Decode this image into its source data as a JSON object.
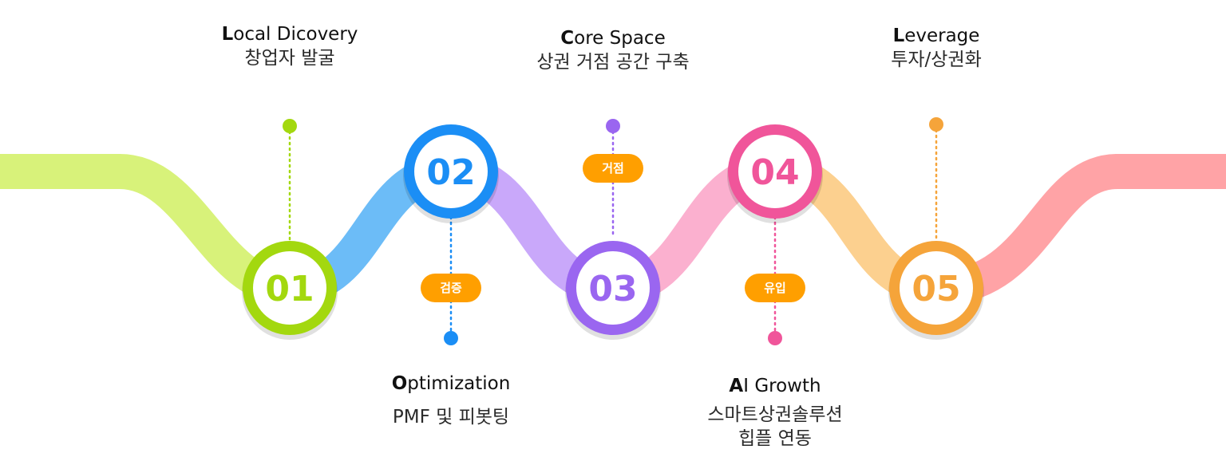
{
  "steps": [
    {
      "number": "01",
      "title_initial": "L",
      "title_rest": "ocal Dicovery",
      "subtitle": "창업자 발굴",
      "subtitle2": "",
      "color": "#a3d80f",
      "ribbon_color": "#d8f27a",
      "tag": ""
    },
    {
      "number": "02",
      "title_initial": "O",
      "title_rest": "ptimization",
      "subtitle": "PMF  및 피봇팅",
      "subtitle2": "",
      "color": "#1b8ef5",
      "ribbon_color": "#6cbcf7",
      "tag": "검증"
    },
    {
      "number": "03",
      "title_initial": "C",
      "title_rest": "ore Space",
      "subtitle": "상권 거점 공간 구축",
      "subtitle2": "",
      "color": "#9a66f0",
      "ribbon_color": "#c9a8fa",
      "tag": "거점"
    },
    {
      "number": "04",
      "title_initial": "A",
      "title_rest": "I Growth",
      "subtitle": "스마트상권솔루션",
      "subtitle2": "힙플 연동",
      "color": "#f0559a",
      "ribbon_color": "#fbb0cf",
      "tag": "유입"
    },
    {
      "number": "05",
      "title_initial": "L",
      "title_rest": "everage",
      "subtitle": "투자/상권화",
      "subtitle2": "",
      "color": "#f5a43a",
      "ribbon_color": "#fcd08f",
      "tag": ""
    }
  ],
  "end_ribbon_color": "#ffa3a6",
  "tag_color": "#ff9f00"
}
